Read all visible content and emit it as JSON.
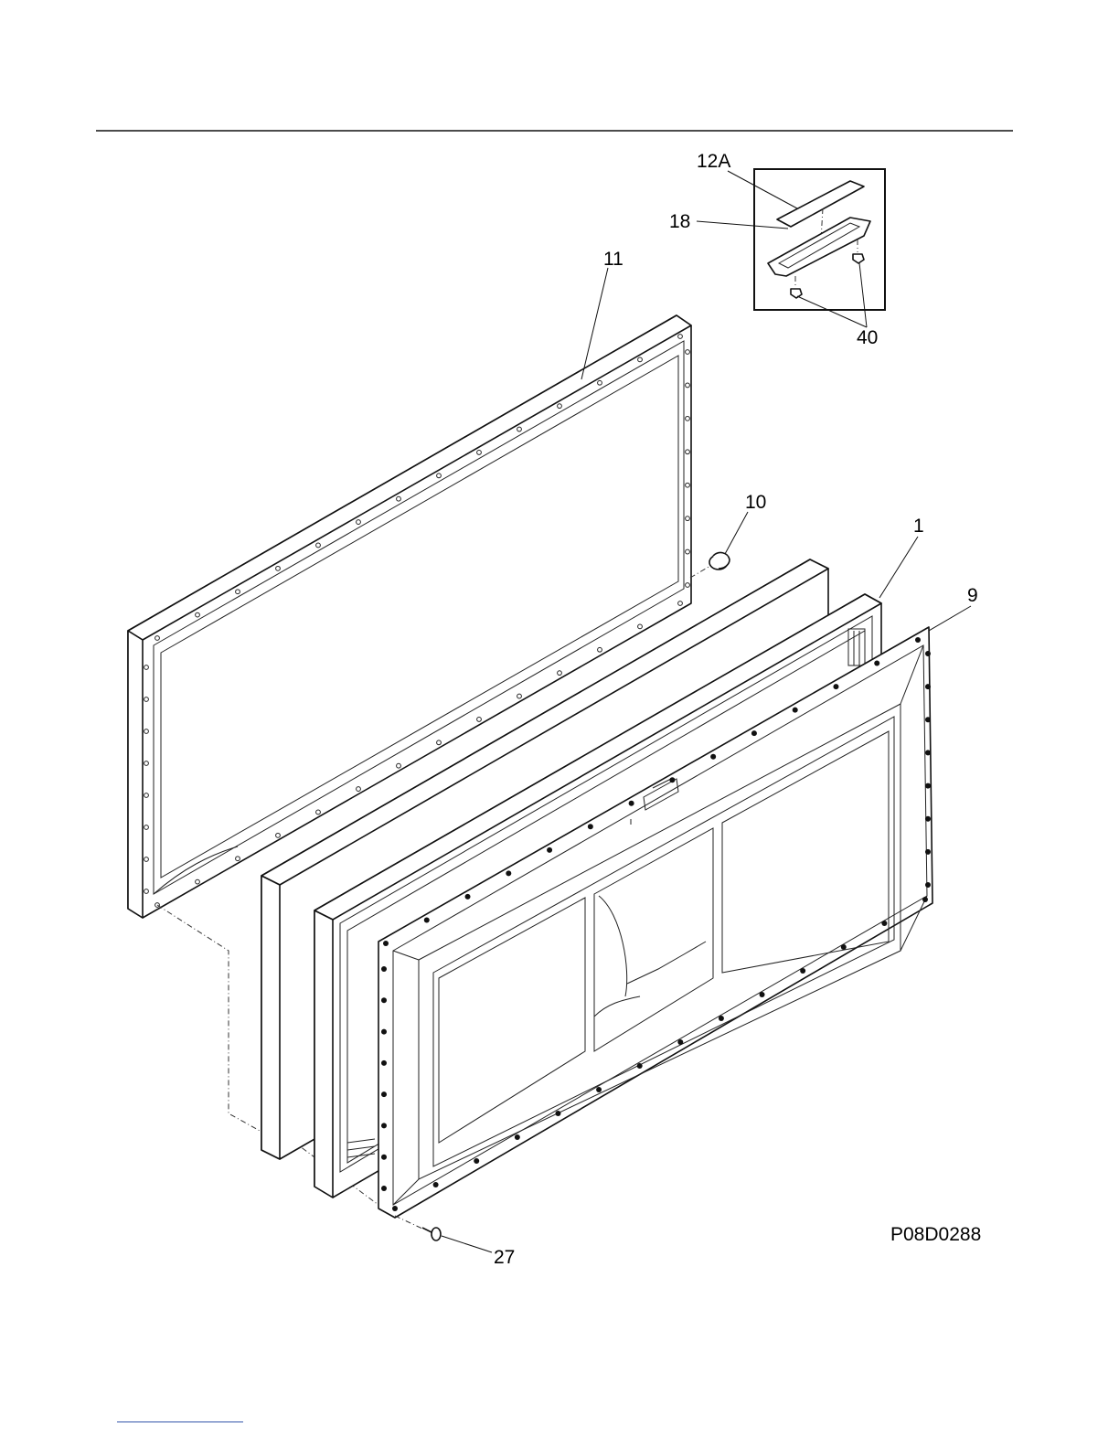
{
  "callouts": {
    "c12a": "12A",
    "c18": "18",
    "c11": "11",
    "c40": "40",
    "c10": "10",
    "c1": "1",
    "c9": "9",
    "c27": "27"
  },
  "diagram_id": "P08D0288",
  "colors": {
    "line": "#111111",
    "background": "#ffffff",
    "link_underline": "#3355aa"
  }
}
